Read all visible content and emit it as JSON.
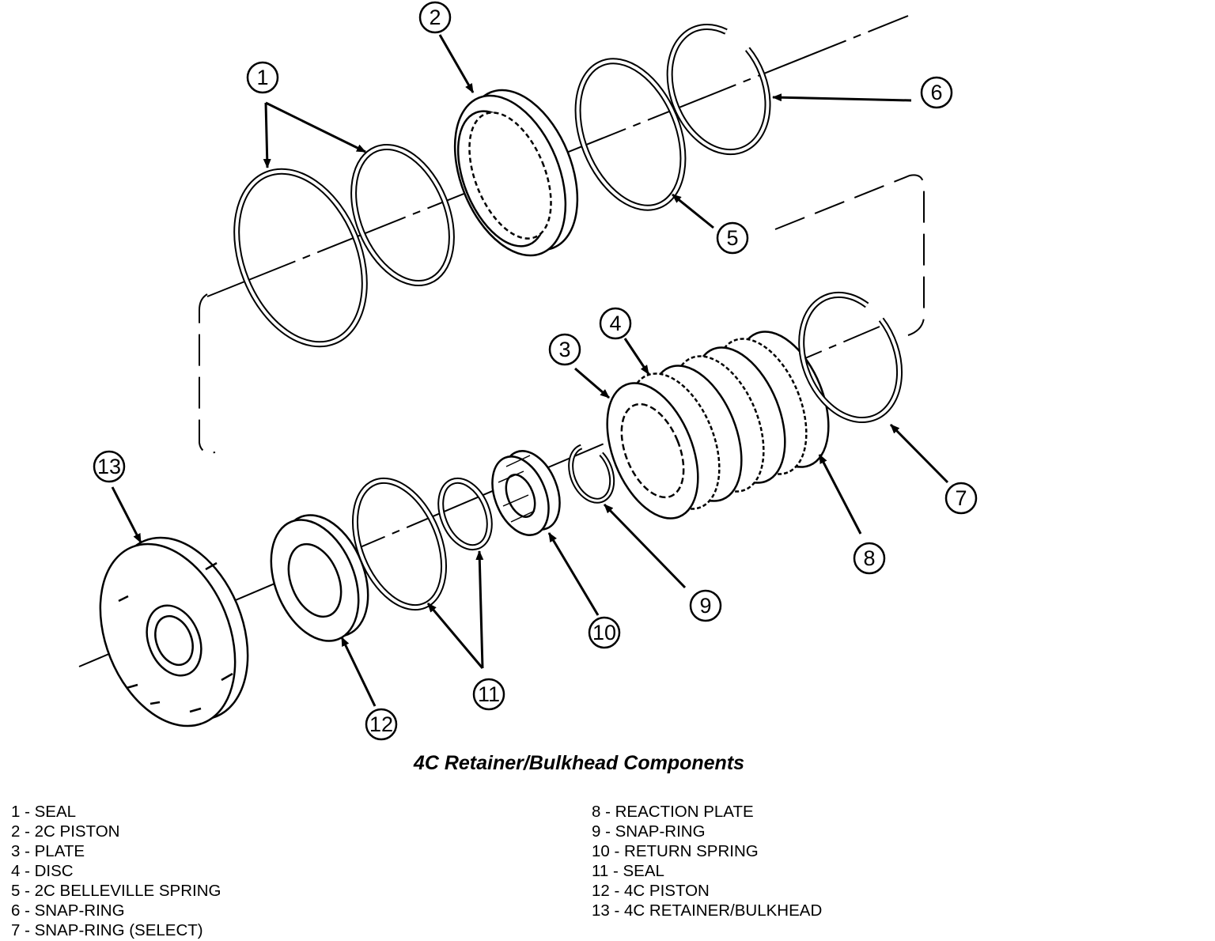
{
  "callouts": [
    "1",
    "2",
    "3",
    "4",
    "5",
    "6",
    "7",
    "8",
    "9",
    "10",
    "11",
    "12",
    "13"
  ],
  "caption": "4C Retainer/Bulkhead Components",
  "legend": {
    "left": [
      "1 - SEAL",
      "2 - 2C PISTON",
      "3 - PLATE",
      "4 - DISC",
      "5 - 2C BELLEVILLE SPRING",
      "6 - SNAP-RING",
      "7 - SNAP-RING (SELECT)"
    ],
    "right": [
      "8 - REACTION PLATE",
      "9 - SNAP-RING",
      "10 - RETURN SPRING",
      "11 - SEAL",
      "12 - 4C PISTON",
      "13 - 4C RETAINER/BULKHEAD"
    ]
  }
}
